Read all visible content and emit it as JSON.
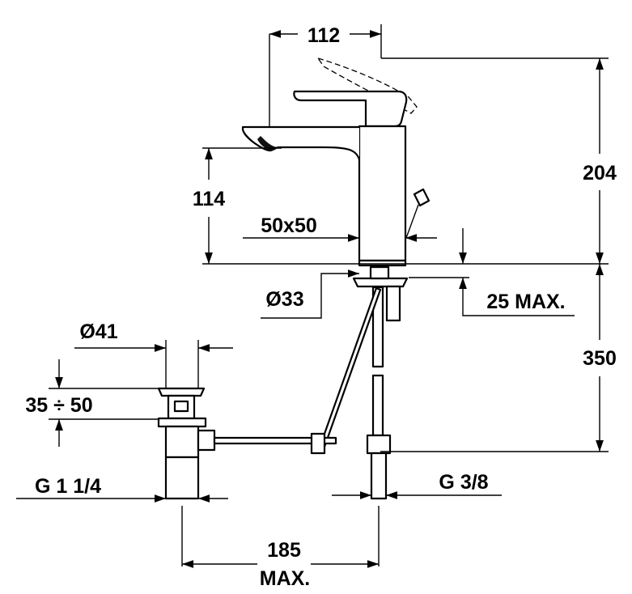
{
  "dimensions": {
    "top_width": "112",
    "overall_height": "204",
    "spout_height": "114",
    "body_section": "50x50",
    "base_diameter": "Ø33",
    "deck_thickness": "25 MAX.",
    "supply_length": "350",
    "waste_diameter": "Ø41",
    "waste_adjust": "35 ÷ 50",
    "waste_thread": "G 1 1/4",
    "supply_thread": "G 3/8",
    "rod_length_value": "185",
    "rod_length_suffix": "MAX."
  },
  "colors": {
    "line": "#000000",
    "background": "#ffffff"
  }
}
